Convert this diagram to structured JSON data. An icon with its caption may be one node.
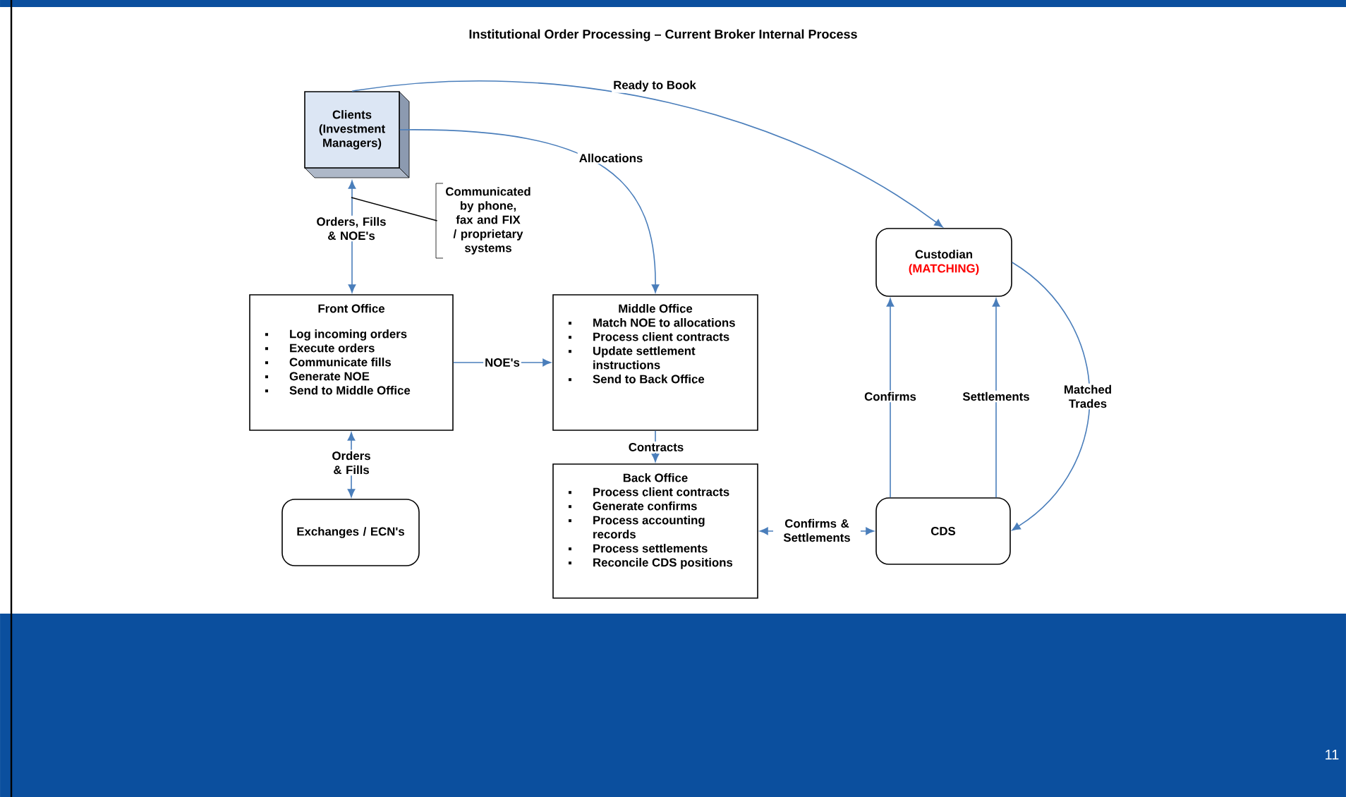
{
  "diagram": {
    "title": "Institutional Order Processing – Current Broker Internal Process",
    "nodes": [
      {
        "text": [
          "Clients (Investment Managers)"
        ]
      },
      {
        "text": [
          "Communicated by phone, fax and FIX / proprietary systems"
        ]
      },
      {
        "text": [
          "Front Office",
          "Log incoming orders",
          "Execute orders",
          "Communicate fills",
          "Generate NOE",
          "Send to Middle Office"
        ]
      },
      {
        "text": [
          "Middle Office",
          "Match NOE to allocations",
          "Process client contracts",
          "Update settlement instructions",
          "Send to Back Office"
        ]
      },
      {
        "text": [
          "Back Office",
          "Process client contracts",
          "Generate confirms",
          "Process accounting records",
          "Process settlements",
          "Reconcile CDS positions"
        ]
      },
      {
        "text": [
          "Exchanges / ECN's"
        ]
      },
      {
        "text": [
          "Custodian",
          "(MATCHING)"
        ]
      },
      {
        "text": [
          "CDS"
        ]
      }
    ],
    "edges": [
      {
        "from": 0,
        "to": 6,
        "arrow": "to",
        "label": "Ready to Book"
      },
      {
        "from": 0,
        "to": 3,
        "arrow": "to",
        "label": "Allocations"
      },
      {
        "from": 0,
        "to": 2,
        "arrow": "both",
        "label": "Orders, Fills & NOE's"
      },
      {
        "from": 1,
        "to": null,
        "arrow": "none",
        "color": "#000000"
      },
      {
        "from": 2,
        "to": 3,
        "arrow": "to",
        "label": "NOE's"
      },
      {
        "from": 2,
        "to": 5,
        "arrow": "both",
        "label": "Orders & Fills"
      },
      {
        "from": 3,
        "to": 4,
        "arrow": "to",
        "label": "Contracts"
      },
      {
        "from": 7,
        "to": 4,
        "arrow": "both",
        "label": "Confirms & Settlements"
      },
      {
        "from": 7,
        "to": 6,
        "arrow": "to",
        "label": "Confirms"
      },
      {
        "from": 7,
        "to": 6,
        "arrow": "to",
        "label": "Settlements"
      },
      {
        "from": 6,
        "to": 7,
        "arrow": "to",
        "label": "Matched Trades"
      }
    ],
    "labels": [
      "11"
    ]
  }
}
